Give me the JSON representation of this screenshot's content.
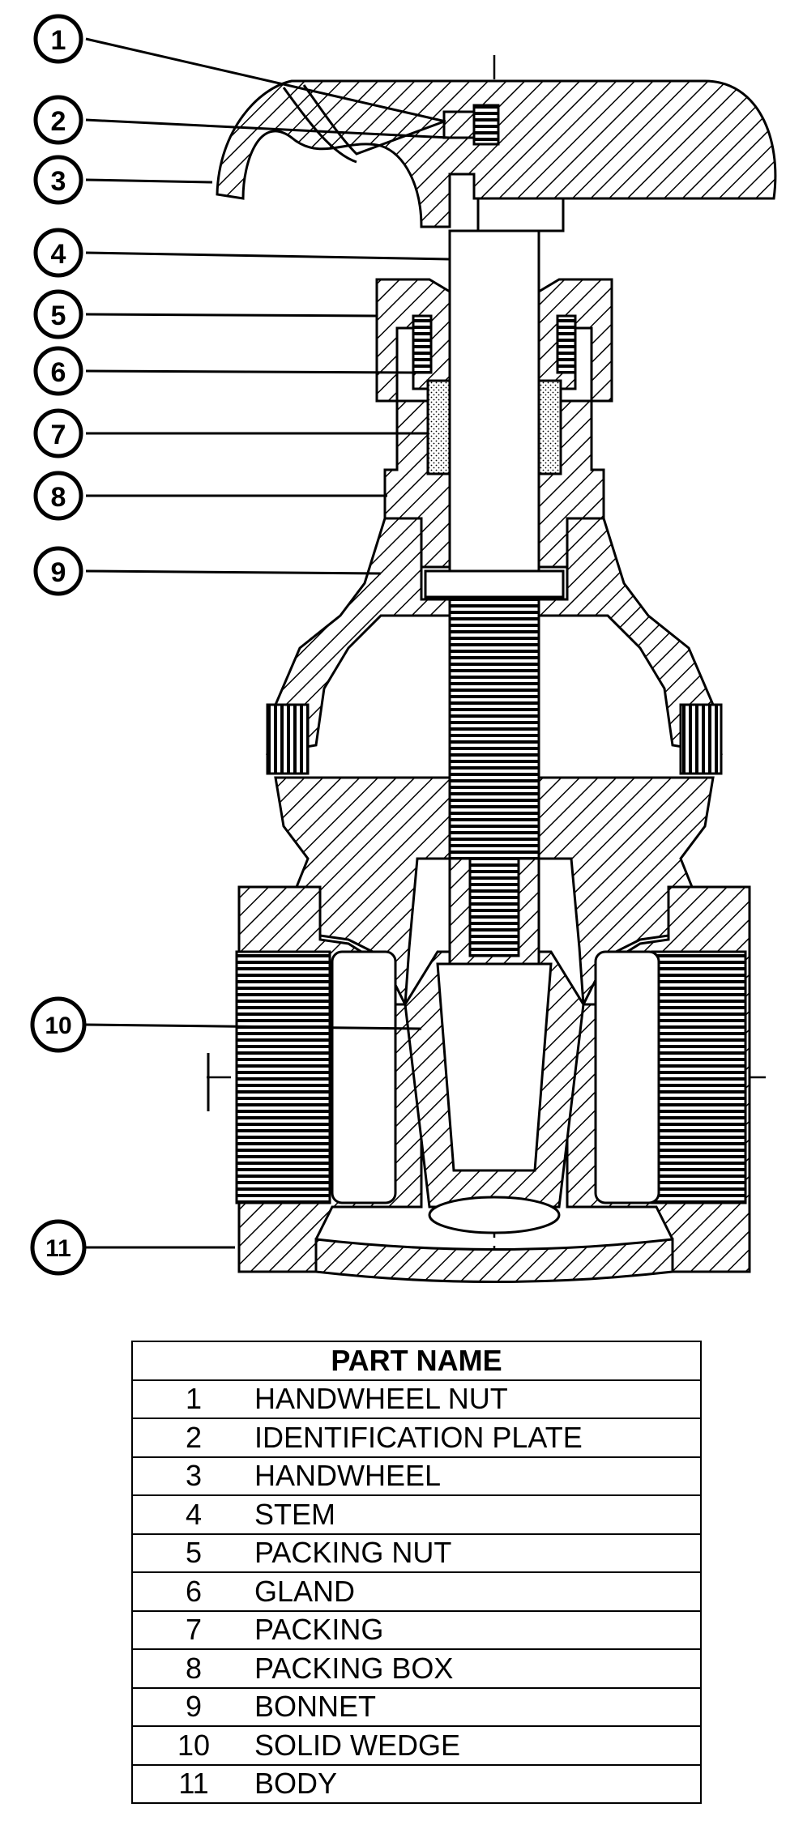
{
  "table": {
    "header": "PART NAME",
    "rows": [
      {
        "num": "1",
        "name": "HANDWHEEL NUT"
      },
      {
        "num": "2",
        "name": "IDENTIFICATION PLATE"
      },
      {
        "num": "3",
        "name": "HANDWHEEL"
      },
      {
        "num": "4",
        "name": "STEM"
      },
      {
        "num": "5",
        "name": "PACKING NUT"
      },
      {
        "num": "6",
        "name": "GLAND"
      },
      {
        "num": "7",
        "name": "PACKING"
      },
      {
        "num": "8",
        "name": "PACKING BOX"
      },
      {
        "num": "9",
        "name": "BONNET"
      },
      {
        "num": "10",
        "name": "SOLID WEDGE"
      },
      {
        "num": "11",
        "name": "BODY"
      }
    ]
  },
  "callouts": [
    "1",
    "2",
    "3",
    "4",
    "5",
    "6",
    "7",
    "8",
    "9",
    "10",
    "11"
  ]
}
